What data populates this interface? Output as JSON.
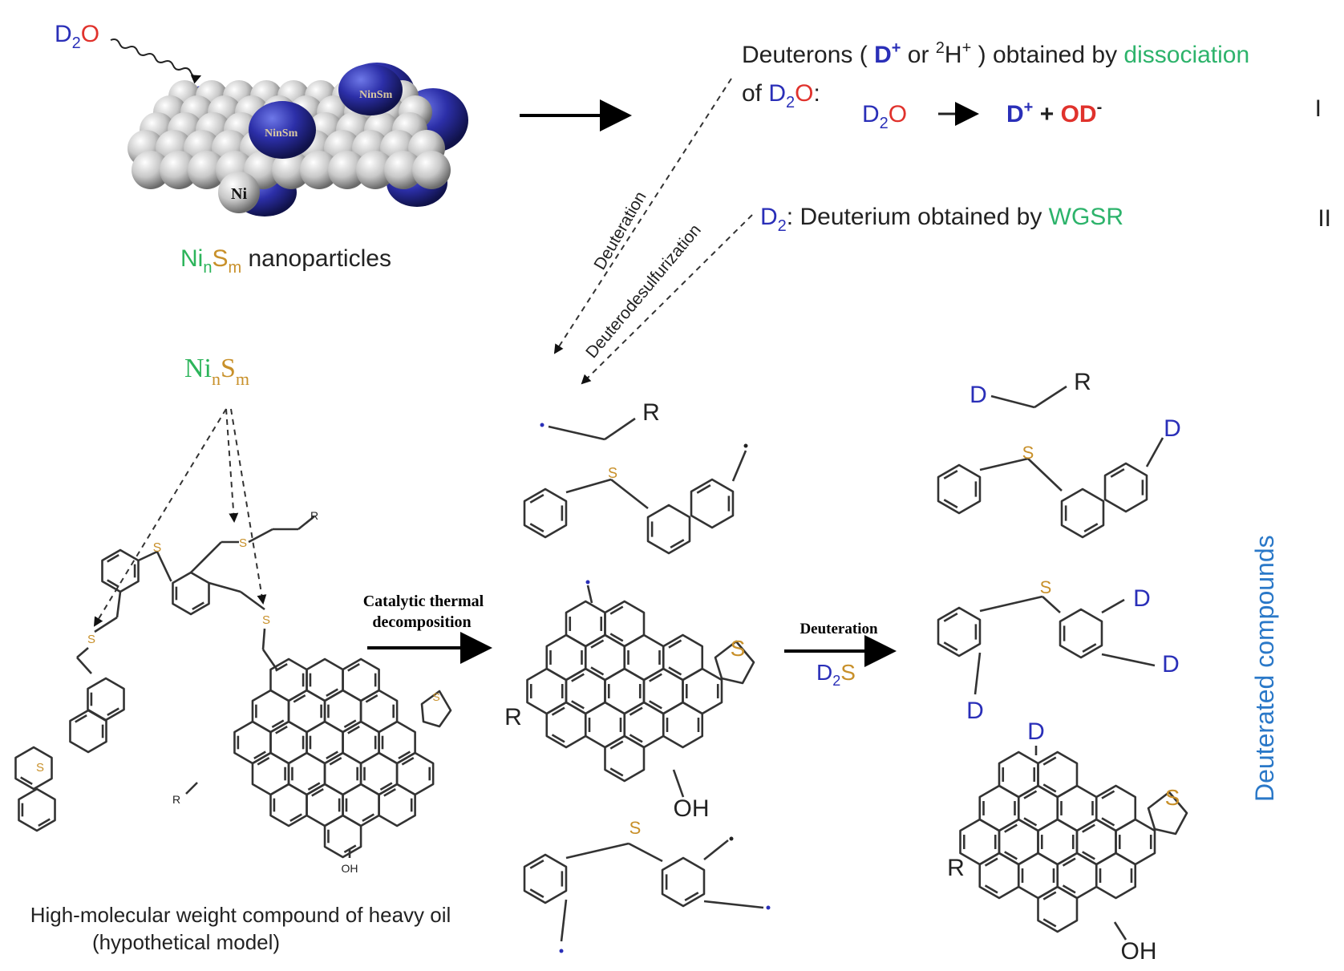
{
  "colors": {
    "deuterium_blue": "#2a2fb8",
    "oxygen_red": "#e0322c",
    "nickel_green": "#2cb45a",
    "sulfur_orange": "#c8902a",
    "accent_green": "#2db36b",
    "title_blue": "#2a78c8",
    "text": "#222222"
  },
  "top": {
    "d2o_label": {
      "d": "D",
      "sub": "2",
      "o": "O"
    },
    "particle_labels": {
      "ni": "Ni",
      "cluster": "NinSm"
    },
    "caption": {
      "ni": "Ni",
      "n": "n",
      "s": "S",
      "m": "m",
      "rest": " nanoparticles"
    }
  },
  "equation_I": {
    "line1_start": "Deuterons ( ",
    "d_plus": "D",
    "sup_plus": "+",
    "or": "  or ",
    "sup2": "2",
    "h_plus": "H",
    "sup_plus2": "+",
    "line1_mid": " ) obtained by ",
    "dissociation": "dissociation",
    "line2_start": "of ",
    "d2o": {
      "d": "D",
      "sub": "2",
      "o": "O",
      "colon": ":"
    },
    "reaction": {
      "d2o_d": "D",
      "d2o_sub": "2",
      "d2o_o": "O",
      "d_plus": "D",
      "plus_sign": "+",
      "plus": " + ",
      "od": "OD",
      "minus": "-"
    },
    "roman": "I"
  },
  "equation_II": {
    "d": "D",
    "sub": "2",
    "text": ": Deuterium obtained by ",
    "wgsr": "WGSR",
    "roman": "II"
  },
  "pathway_labels": {
    "deuteration": "Deuteration",
    "deuterodesulfurization": "Deuterodesulfurization"
  },
  "catalyst_label": {
    "ni": "Ni",
    "n": "n",
    "s": "S",
    "m": "m"
  },
  "step1": {
    "line1": "Catalytic thermal",
    "line2": "decomposition"
  },
  "step2": {
    "label": "Deuteration",
    "reagent": {
      "d": "D",
      "sub": "2",
      "s": "S"
    }
  },
  "model_caption": {
    "line1": "High-molecular weight compound of heavy oil",
    "line2": "(hypothetical model)"
  },
  "atoms": {
    "S": "S",
    "R": "R",
    "D": "D",
    "OH": "OH"
  },
  "side_title": "Deuterated compounds"
}
